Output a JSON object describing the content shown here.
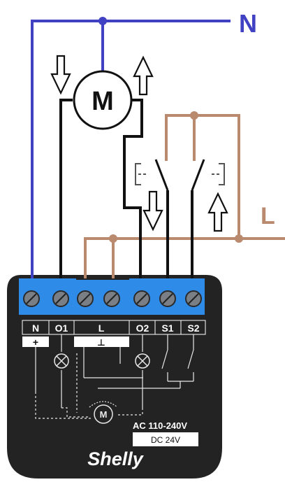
{
  "labels": {
    "neutral": "N",
    "live": "L",
    "motor": "M",
    "motor_small": "M"
  },
  "terminals": [
    "N",
    "O1",
    "L",
    "O2",
    "S1",
    "S2"
  ],
  "polarity": {
    "plus": "+",
    "ground": "⊥"
  },
  "specs": {
    "ac": "AC 110-240V",
    "dc": "DC 24V"
  },
  "brand": "Shelly",
  "colors": {
    "neutral_wire": "#4141c4",
    "live_wire": "#b98a6e",
    "signal_wire": "#111111",
    "terminal_blue": "#2f8be8",
    "device_body": "#232323",
    "switch_gray": "#555555"
  }
}
